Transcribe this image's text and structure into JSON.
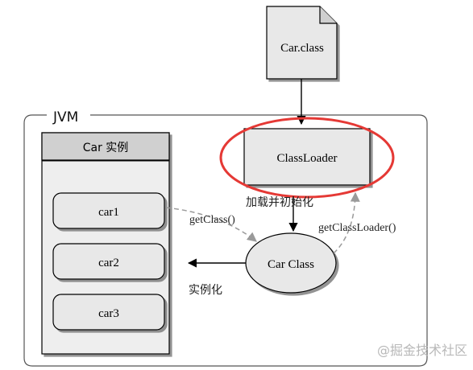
{
  "diagram": {
    "container_label": "JVM",
    "file_node": "Car.class",
    "loader_node": "ClassLoader",
    "instance_panel_title": "Car 实例",
    "instances": [
      "car1",
      "car2",
      "car3"
    ],
    "class_node": "Car Class",
    "edges": {
      "load_init": "加载并初始化",
      "get_class": "getClass()",
      "get_class_loader": "getClassLoader()",
      "instantiate": "实例化"
    }
  },
  "watermark": "@掘金技术社区",
  "colors": {
    "highlight_ring": "#e53935",
    "node_fill": "#e8e8e8",
    "panel_fill": "#eeeeee",
    "panel_header": "#d0d0d0",
    "outline": "#000000",
    "dashed_edge": "#9a9a9a"
  }
}
